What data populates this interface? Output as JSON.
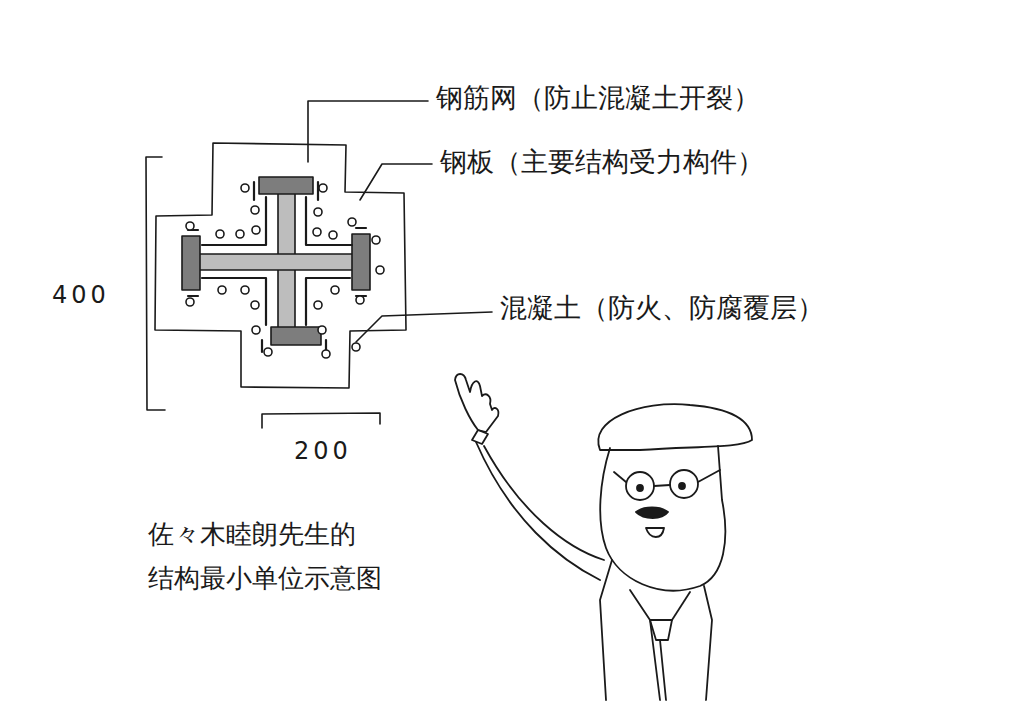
{
  "diagram": {
    "caption": "佐々木睦朗先生的 结构最小单位示意图",
    "labels": [
      "钢筋网（防止混凝土开裂）",
      "钢板（主要结构受力构件）",
      "混凝土（防火、防腐覆层）",
      "400",
      "200"
    ]
  }
}
